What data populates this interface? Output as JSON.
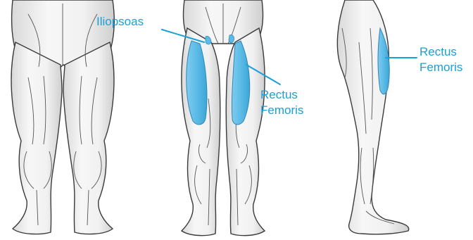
{
  "labels": {
    "iliopsoas": "Iliopsoas",
    "rectus_femoris_front": [
      "Rectus",
      "Femoris"
    ],
    "rectus_femoris_side": [
      "Rectus",
      "Femoris"
    ]
  },
  "colors": {
    "highlight": "#5bbbe6",
    "label_text": "#1aa0d8",
    "leader_line": "#1aa0d8",
    "skin_fill": "#f3f3f3",
    "outline": "#3a3a3a",
    "shadow": "#cfcfcf"
  },
  "views": [
    "posterior",
    "anterior",
    "lateral"
  ]
}
